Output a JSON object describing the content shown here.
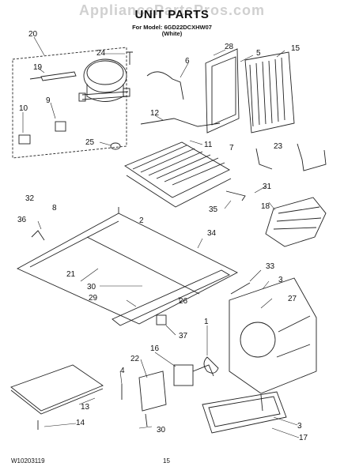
{
  "header": {
    "watermark": "AppliancePartsPros.com",
    "title": "UNIT PARTS",
    "model_line": "For Model: 6GD22DCXHW07",
    "color_line": "(White)"
  },
  "callouts": [
    {
      "id": "20",
      "label": "20"
    },
    {
      "id": "19",
      "label": "19"
    },
    {
      "id": "24",
      "label": "24"
    },
    {
      "id": "6",
      "label": "6"
    },
    {
      "id": "28",
      "label": "28"
    },
    {
      "id": "5",
      "label": "5"
    },
    {
      "id": "15",
      "label": "15"
    },
    {
      "id": "10",
      "label": "10"
    },
    {
      "id": "9",
      "label": "9"
    },
    {
      "id": "12",
      "label": "12"
    },
    {
      "id": "25",
      "label": "25"
    },
    {
      "id": "11",
      "label": "11"
    },
    {
      "id": "7",
      "label": "7"
    },
    {
      "id": "23",
      "label": "23"
    },
    {
      "id": "32",
      "label": "32"
    },
    {
      "id": "8",
      "label": "8"
    },
    {
      "id": "2",
      "label": "2"
    },
    {
      "id": "31",
      "label": "31"
    },
    {
      "id": "35",
      "label": "35"
    },
    {
      "id": "36",
      "label": "36"
    },
    {
      "id": "18",
      "label": "18"
    },
    {
      "id": "34",
      "label": "34"
    },
    {
      "id": "21",
      "label": "21"
    },
    {
      "id": "33",
      "label": "33"
    },
    {
      "id": "30",
      "label": "30"
    },
    {
      "id": "3",
      "label": "3"
    },
    {
      "id": "29",
      "label": "29"
    },
    {
      "id": "27",
      "label": "27"
    },
    {
      "id": "26",
      "label": "26"
    },
    {
      "id": "37",
      "label": "37"
    },
    {
      "id": "1",
      "label": "1"
    },
    {
      "id": "16",
      "label": "16"
    },
    {
      "id": "22",
      "label": "22"
    },
    {
      "id": "4",
      "label": "4"
    },
    {
      "id": "13",
      "label": "13"
    },
    {
      "id": "3b",
      "label": "3"
    },
    {
      "id": "14",
      "label": "14"
    },
    {
      "id": "30b",
      "label": "30"
    },
    {
      "id": "17",
      "label": "17"
    }
  ],
  "footer": {
    "doc_number": "W10203119",
    "page": "15"
  }
}
